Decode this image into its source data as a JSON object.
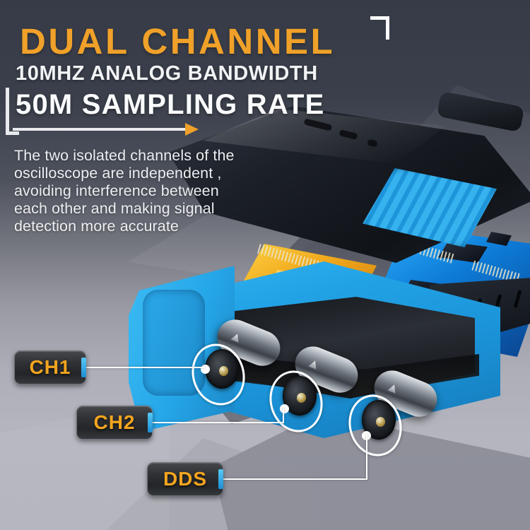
{
  "headline": {
    "line1": "DUAL CHANNEL",
    "line2": "10MHZ ANALOG BANDWIDTH",
    "line3": "50M SAMPLING RATE"
  },
  "description": {
    "line1": "The two isolated channels of the",
    "line2": "oscilloscope are independent ,",
    "line3": "avoiding interference between",
    "line4": "each other and making signal",
    "line5": "detection more accurate"
  },
  "callouts": [
    {
      "label": "CH1"
    },
    {
      "label": "CH2"
    },
    {
      "label": "DDS"
    }
  ],
  "colors": {
    "accent_orange": "#f0a129",
    "device_blue": "#22a3e6",
    "headline_white": "#fafbfc",
    "background_top": "#363b47",
    "background_bottom": "#b3b3bd",
    "badge_dark": "#2e3033",
    "pcb_yellow": "#f0a81c",
    "pcb_blue": "#0d7ad6"
  }
}
